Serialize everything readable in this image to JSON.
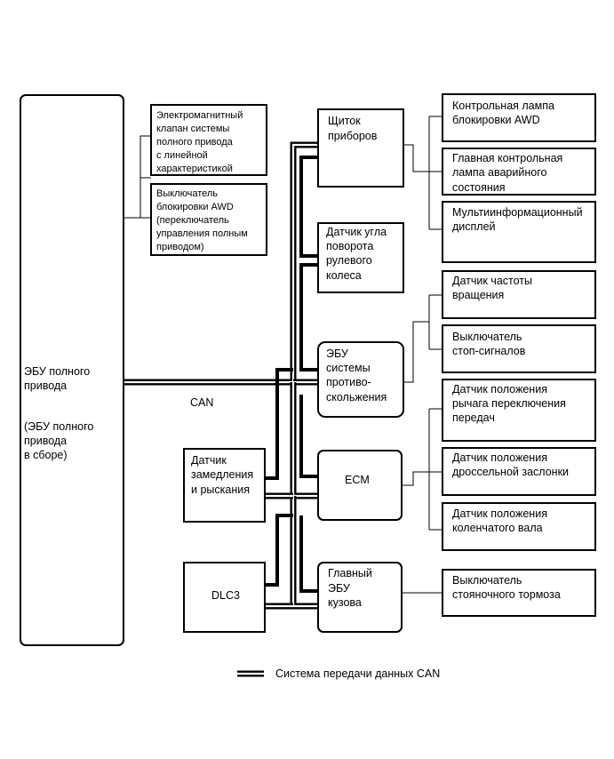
{
  "awd_ecu": {
    "label": [
      "ЭБУ полного",
      "привода"
    ],
    "sub_label": [
      "(ЭБУ полного",
      "привода",
      "в сборе)"
    ]
  },
  "awd_inputs": [
    {
      "lines": [
        "Электромагнитный",
        "клапан системы",
        "полного привода",
        "с линейной",
        "характеристикой"
      ]
    },
    {
      "lines": [
        "Выключатель",
        "блокировки AWD",
        "(переключатель",
        "управления полным",
        "приводом)"
      ]
    }
  ],
  "can_label": "CAN",
  "bus_nodes": {
    "meter": [
      "Щиток",
      "приборов"
    ],
    "steering": [
      "Датчик угла",
      "поворота",
      "рулевого",
      "колеса"
    ],
    "skid": [
      "ЭБУ",
      "системы",
      "противо-",
      "скольжения"
    ],
    "ecm": [
      "ECM"
    ],
    "body": [
      "Главный",
      "ЭБУ",
      "кузова"
    ],
    "yaw": [
      "Датчик",
      "замедления",
      "и рыскания"
    ],
    "dlc3": [
      "DLC3"
    ]
  },
  "meter_outputs": [
    {
      "lines": [
        "Контрольная лампа",
        "блокировки AWD"
      ]
    },
    {
      "lines": [
        "Главная контрольная",
        "лампа аварийного",
        "состояния"
      ]
    },
    {
      "lines": [
        "Мультиинформационный",
        "дисплей"
      ]
    }
  ],
  "skid_inputs": [
    {
      "lines": [
        "Датчик частоты",
        "вращения"
      ]
    },
    {
      "lines": [
        "Выключатель",
        "стоп-сигналов"
      ]
    }
  ],
  "ecm_inputs": [
    {
      "lines": [
        "Датчик положения",
        "рычага переключения",
        "передач"
      ]
    },
    {
      "lines": [
        "Датчик положения",
        "дроссельной заслонки"
      ]
    },
    {
      "lines": [
        "Датчик положения",
        "коленчатого вала"
      ]
    }
  ],
  "body_inputs": [
    {
      "lines": [
        "Выключатель",
        "стояночного тормоза"
      ]
    }
  ],
  "legend": {
    "label": "Система передачи данных CAN"
  }
}
